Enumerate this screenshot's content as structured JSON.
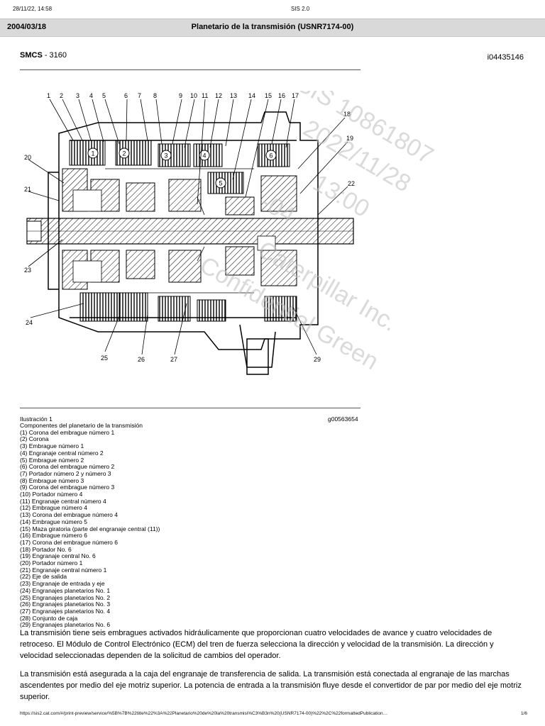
{
  "browser": {
    "print_datetime": "28/11/22, 14:58",
    "print_title": "SIS 2.0",
    "url": "https://sis2.cat.com/#/print-preview/service/%5B%7B%22title%22%3A%22Planetario%20de%20la%20transmisi%C3%B3n%20(USNR7174-00)%22%2C%22formattedPublication…",
    "page_number": "1/6"
  },
  "header": {
    "date": "2004/03/18",
    "title": "Planetario de la transmisión (USNR7174-00)"
  },
  "meta": {
    "smcs_label": "SMCS",
    "smcs_value": " - 3160",
    "doc_id": "i04435146"
  },
  "figure": {
    "caption": "Ilustración 1",
    "graphic_id": "g00563654",
    "callouts_top": [
      "1",
      "2",
      "3",
      "4",
      "5",
      "6",
      "7",
      "8",
      "9",
      "10",
      "11",
      "12",
      "13",
      "14",
      "15",
      "16",
      "17"
    ],
    "callouts_right": [
      "18",
      "19",
      "22"
    ],
    "callouts_left": [
      "20",
      "21",
      "23",
      "24"
    ],
    "callouts_bottom": [
      "25",
      "26",
      "27",
      "29"
    ],
    "circled": [
      "1",
      "2",
      "3",
      "4",
      "5",
      "6"
    ]
  },
  "components": {
    "title": "Componentes del planetario de la transmisión",
    "items": [
      "(1) Corona del embrague número 1",
      "(2) Corona",
      "(3) Embrague número 1",
      "(4) Engranaje central número 2",
      "(5) Embrague número 2",
      "(6) Corona del embrague número 2",
      "(7) Portador número 2 y número 3",
      "(8) Embrague número 3",
      "(9) Corona del embrague número 3",
      "(10) Portador número 4",
      "(11) Engranaje central número 4",
      "(12) Embrague número 4",
      "(13) Corona del embrague número 4",
      "(14) Embrague número 5",
      "(15) Maza giratoria (parte del engranaje central (11))",
      "(16) Embrague número 6",
      "(17) Corona del embrague número 6",
      "(18) Portador No. 6",
      "(19) Engranaje central No. 6",
      "(20) Portador número 1",
      "(21) Engranaje central número 1",
      "(22) Eje de salida",
      "(23) Engranaje de entrada y eje",
      "(24) Engranajes planetarios No. 1",
      "(25) Engranajes planetarios No. 2",
      "(26) Engranajes planetarios No. 3",
      "(27) Engranajes planetarios No. 4",
      "(28) Conjunto de caja",
      "(29) Engranajes planetarios No. 6"
    ]
  },
  "body": {
    "paragraph1": "La transmisión tiene seis embragues activados hidráulicamente que proporcionan cuatro velocidades de avance y cuatro velocidades de retroceso. El Módulo de Control Electrónico (ECM) del tren de fuerza selecciona la dirección y velocidad de la transmisión. La dirección y velocidad seleccionadas dependen de la solicitud de cambios del operador.",
    "paragraph2": "La transmisión está asegurada a la caja del engranaje de transferencia de salida. La transmisión está conectada al engranaje de las marchas ascendentes por medio del eje motriz superior. La potencia de entrada a la transmisión fluye desde el convertidor de par por medio del eje motriz superior."
  },
  "watermark": {
    "lines": [
      "SIS 10861807",
      "2022/11/28",
      "13:00",
      "-04",
      "Caterpillar Inc.",
      "Confidential Green"
    ]
  }
}
